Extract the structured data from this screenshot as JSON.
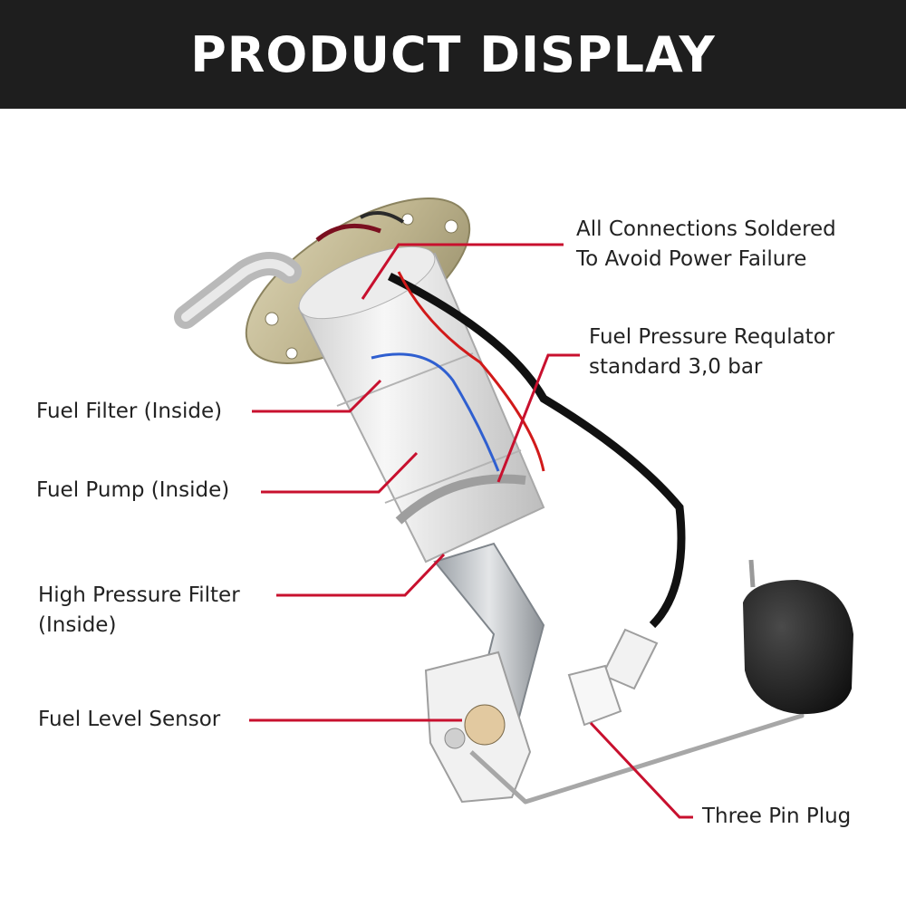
{
  "header": {
    "title": "PRODUCT DISPLAY"
  },
  "colors": {
    "banner": "#1e1e1e",
    "callout_line": "#c8102e",
    "text": "#222222"
  },
  "callouts": {
    "connections": {
      "line1": "All Connections Soldered",
      "line2": "To Avoid Power Failure"
    },
    "regulator": {
      "line1": "Fuel Pressure Requlator",
      "line2": "standard 3,0 bar"
    },
    "filter": {
      "text": "Fuel Filter (Inside)"
    },
    "pump": {
      "text": "Fuel Pump (Inside)"
    },
    "high_pressure_filter": {
      "line1": "High Pressure Filter",
      "line2": "(Inside)"
    },
    "level_sensor": {
      "text": "Fuel Level Sensor"
    },
    "plug": {
      "text": "Three Pin Plug"
    }
  }
}
